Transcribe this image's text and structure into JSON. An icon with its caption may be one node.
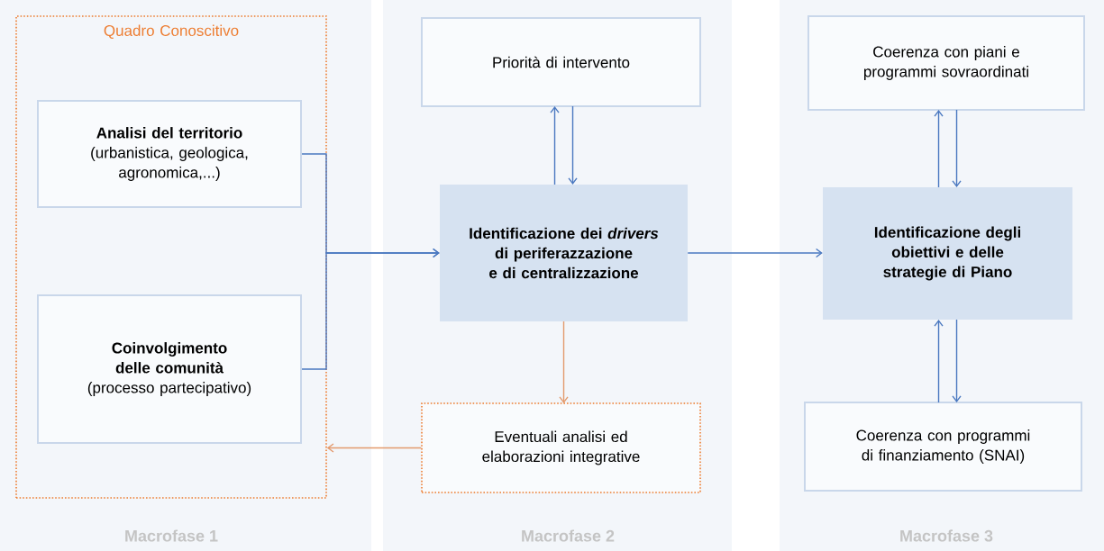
{
  "diagram": {
    "nodes": [
      {
        "text": [
          "Quadro Conoscitivo"
        ]
      },
      {
        "text": [
          "Analisi del territorio",
          "(urbanistica, geologica, agronomica,...)"
        ],
        "in": 0
      },
      {
        "text": [
          "Coinvolgimento delle comunità",
          "(processo partecipativo)"
        ],
        "in": 0
      },
      {
        "text": [
          "Priorità di intervento"
        ]
      },
      {
        "text": [
          "Identificazione dei *drivers* di periferazzazione e di centralizzazione"
        ]
      },
      {
        "text": [
          "Eventuali analisi ed elaborazioni integrative"
        ]
      },
      {
        "text": [
          "Coerenza con piani e programmi sovraordinati"
        ]
      },
      {
        "text": [
          "Identificazione degli obiettivi e delle strategie di Piano"
        ]
      },
      {
        "text": [
          "Coerenza con programmi di finanziamento (SNAI)"
        ]
      }
    ],
    "edges": [
      {
        "from": 1,
        "to": 4,
        "arrow": "to"
      },
      {
        "from": 2,
        "to": 4,
        "arrow": "to"
      },
      {
        "from": 4,
        "to": 3,
        "arrow": "to"
      },
      {
        "from": 3,
        "to": 4,
        "arrow": "to"
      },
      {
        "from": 4,
        "to": 5,
        "arrow": "to",
        "color": "#e39a6d"
      },
      {
        "from": 5,
        "to": 0,
        "arrow": "to",
        "color": "#e39a6d"
      },
      {
        "from": 4,
        "to": 7,
        "arrow": "to"
      },
      {
        "from": 7,
        "to": 6,
        "arrow": "to"
      },
      {
        "from": 6,
        "to": 7,
        "arrow": "to"
      },
      {
        "from": 8,
        "to": 7,
        "arrow": "to"
      },
      {
        "from": 7,
        "to": 8,
        "arrow": "to"
      }
    ],
    "labels": [
      "Macrofase 1",
      "Macrofase 2",
      "Macrofase 3"
    ]
  }
}
